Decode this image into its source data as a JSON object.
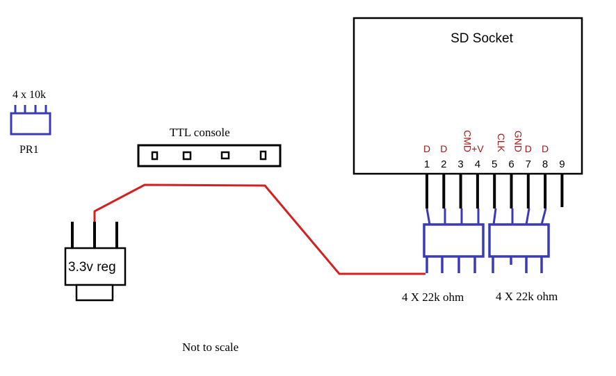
{
  "colors": {
    "wire": "#d42020",
    "resistor": "#3a3ab8",
    "pin": "#000000",
    "signal_label": "#a01818",
    "text": "#000000"
  },
  "sd_socket": {
    "title": "SD Socket",
    "pins": [
      {
        "number": "1",
        "signal": "D"
      },
      {
        "number": "2",
        "signal": "D"
      },
      {
        "number": "3",
        "signal": "CMD"
      },
      {
        "number": "4",
        "signal": "+V"
      },
      {
        "number": "5",
        "signal": "CLK"
      },
      {
        "number": "6",
        "signal": "GND"
      },
      {
        "number": "7",
        "signal": "D"
      },
      {
        "number": "8",
        "signal": "D"
      },
      {
        "number": "9",
        "signal": ""
      }
    ]
  },
  "pr1": {
    "value_label": "4 x 10k",
    "name": "PR1"
  },
  "ttl_console": {
    "label": "TTL console"
  },
  "regulator": {
    "label": "3.3v reg"
  },
  "resistor_packs": [
    {
      "label": "4 X 22k ohm"
    },
    {
      "label": "4 X 22k ohm"
    }
  ],
  "footnote": "Not to scale"
}
